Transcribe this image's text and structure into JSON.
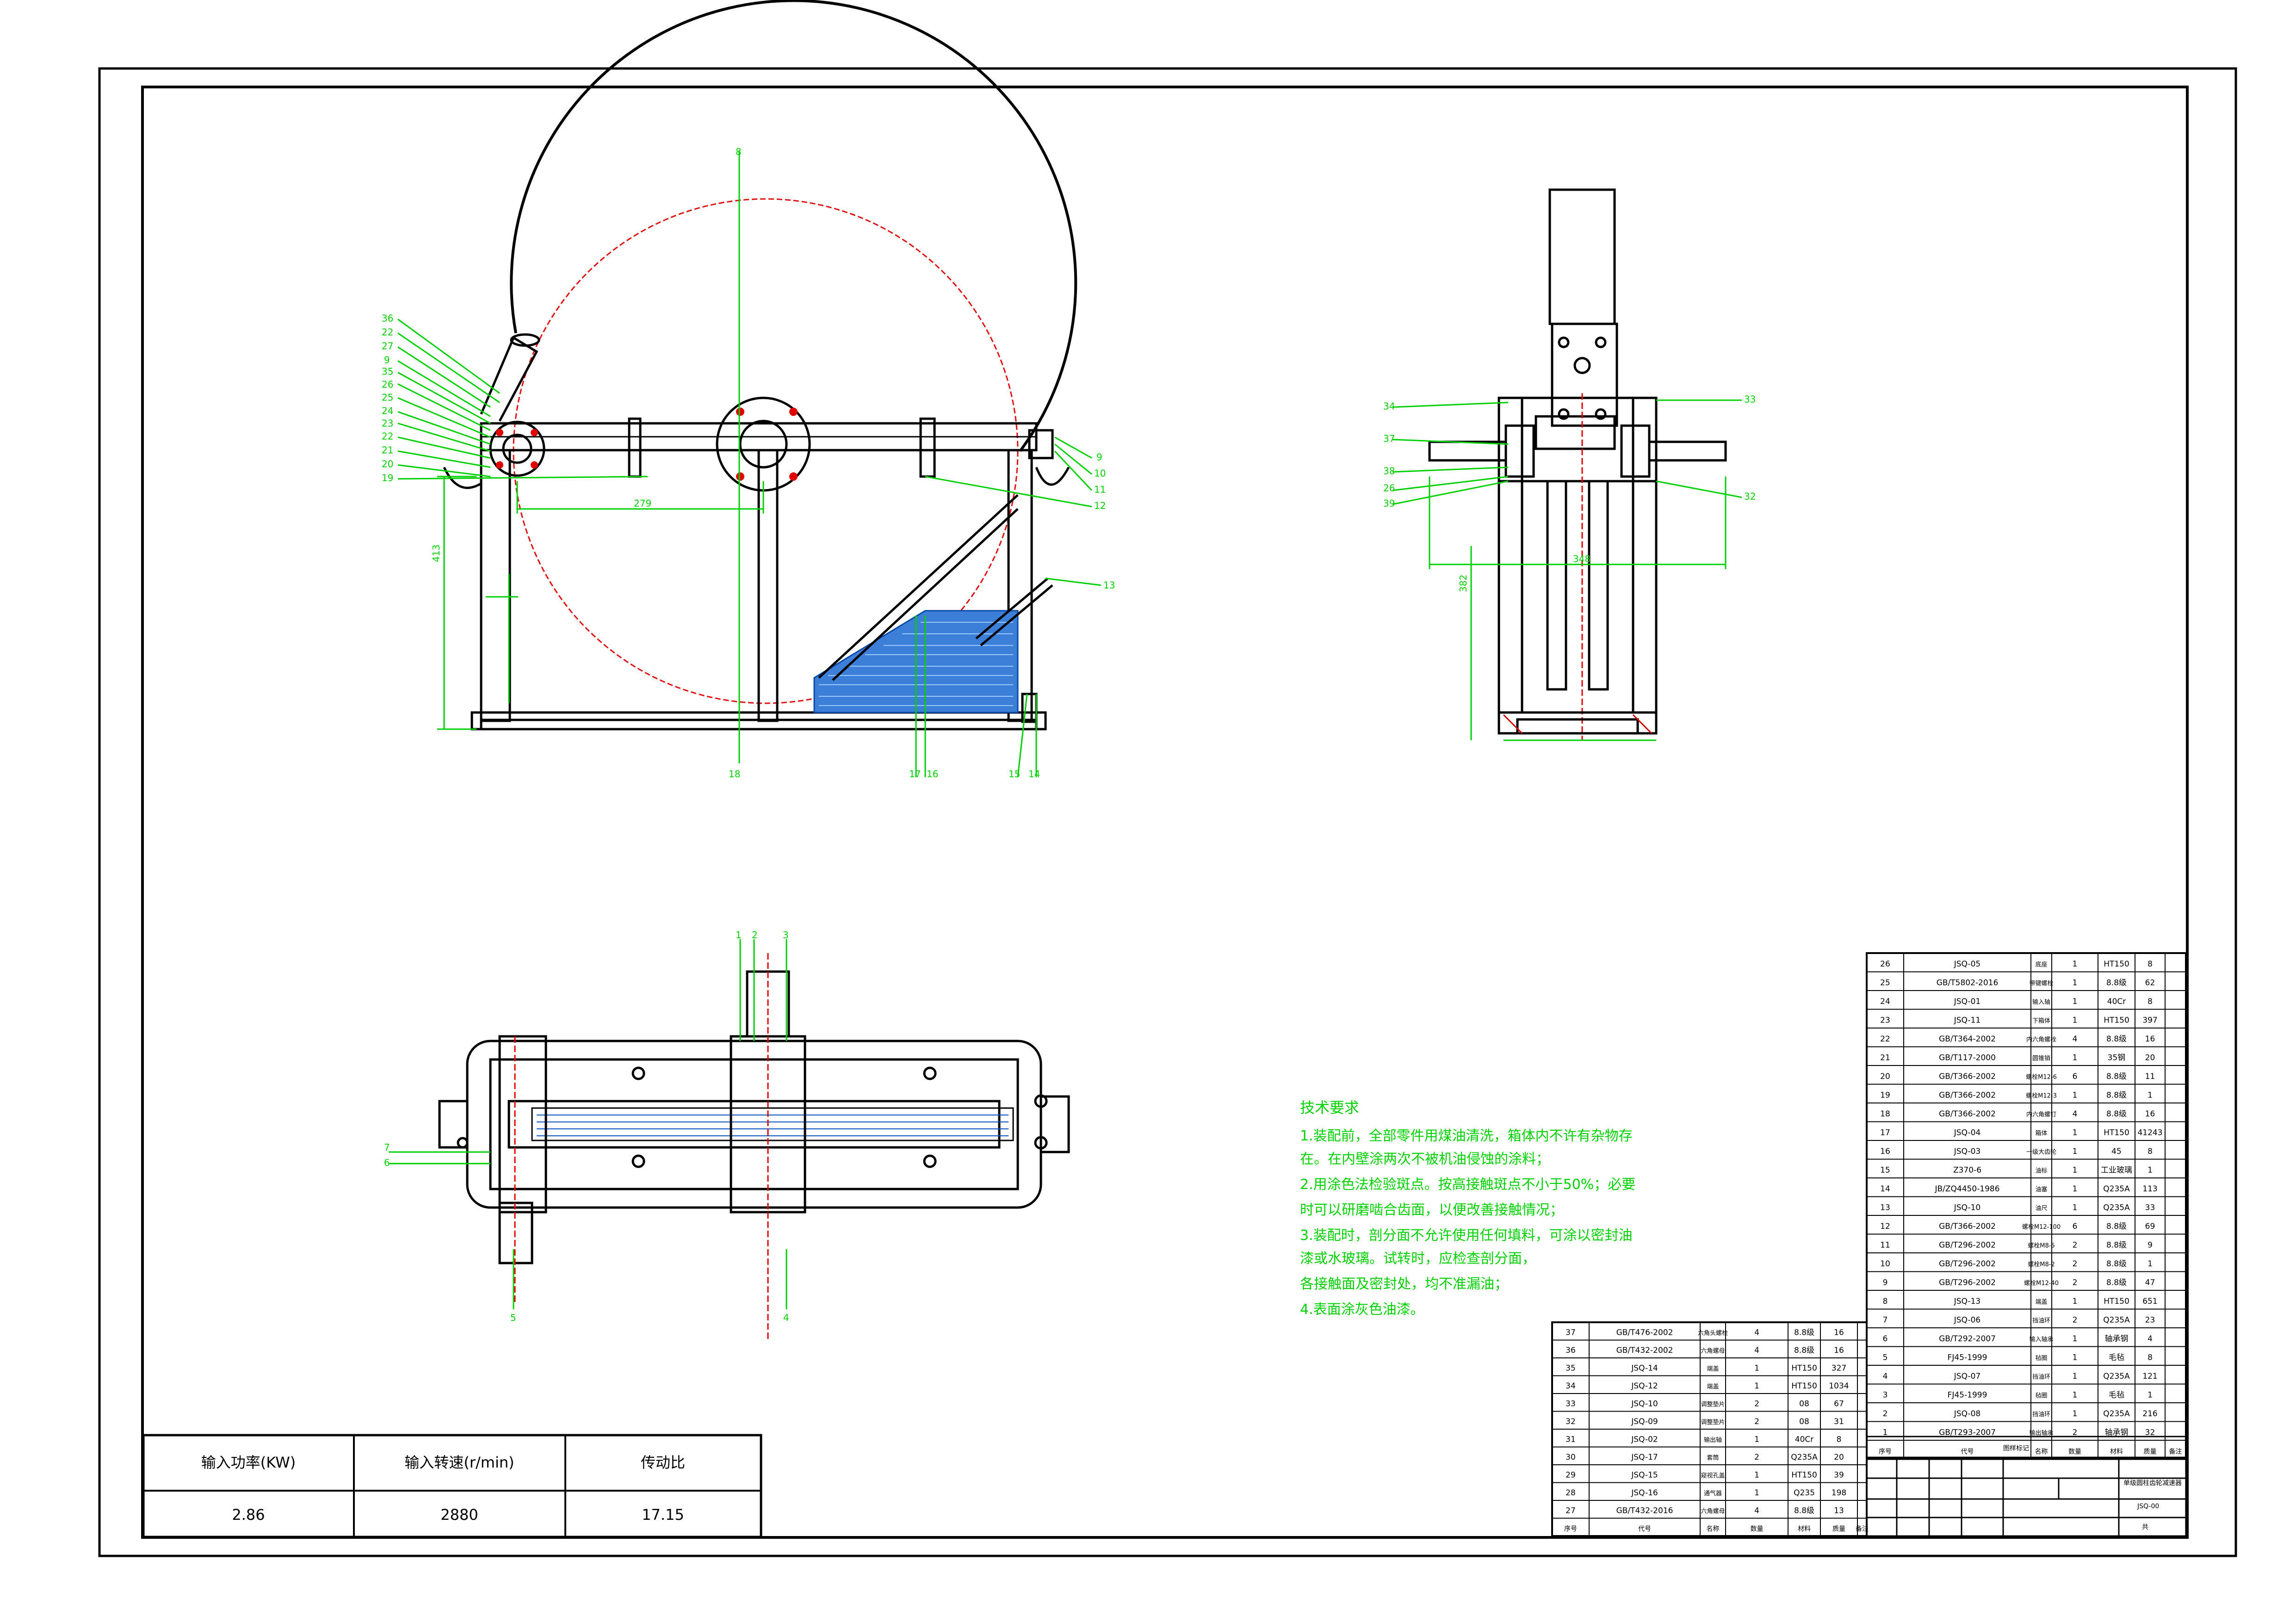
{
  "drawing": {
    "views": [
      "front-view",
      "side-view",
      "top-view"
    ],
    "line_colors": {
      "outline": "#000000",
      "dimension": "#00e000",
      "pitch_circle": "#e00000",
      "hatch": "#1e6fd6"
    }
  },
  "front_view": {
    "leaders_left": [
      "36",
      "22",
      "27",
      "9",
      "35",
      "26",
      "25",
      "24",
      "23",
      "22",
      "21",
      "20",
      "19"
    ],
    "leaders_top": [
      "8"
    ],
    "leaders_right": [
      "9",
      "10",
      "11",
      "12",
      "13"
    ],
    "leaders_bottom": [
      "18",
      "17",
      "16",
      "15",
      "14"
    ],
    "dims": {
      "horizontal": "279",
      "vertical": "413"
    }
  },
  "side_view": {
    "leaders_left": [
      "34",
      "37",
      "38",
      "26",
      "39"
    ],
    "leaders_right": [
      "33",
      "32"
    ],
    "dims": {
      "horizontal": "348",
      "vertical": "382"
    }
  },
  "top_view": {
    "leaders_top": [
      "1",
      "2",
      "3"
    ],
    "leaders_left": [
      "7",
      "6"
    ],
    "leaders_bottom": [
      "5",
      "4"
    ]
  },
  "tech_requirements": {
    "title": "技术要求",
    "lines": [
      "1.装配前，全部零件用煤油清洗，箱体内不许有杂物存",
      "在。在内壁涂两次不被机油侵蚀的涂料；",
      "2.用涂色法检验斑点。按高接触斑点不小于50%；必要",
      "时可以研磨啮合齿面，以便改善接触情况；",
      "3.装配时，剖分面不允许使用任何填料，可涂以密封油",
      "漆或水玻璃。试转时，应检查剖分面，",
      "各接触面及密封处，均不准漏油；",
      "4.表面涂灰色油漆。"
    ]
  },
  "param_table": {
    "headers": [
      "输入功率(KW)",
      "输入转速(r/min)",
      "传动比"
    ],
    "values": [
      "2.86",
      "2880",
      "17.15"
    ]
  },
  "bom_right": {
    "rows": [
      [
        "26",
        "JSQ-05",
        "底座",
        "1",
        "HT150",
        "8"
      ],
      [
        "25",
        "GB/T5802-2016",
        "带键螺栓",
        "1",
        "8.8级",
        "62"
      ],
      [
        "24",
        "JSQ-01",
        "输入轴",
        "1",
        "40Cr",
        "8"
      ],
      [
        "23",
        "JSQ-11",
        "下箱体",
        "1",
        "HT150",
        "397"
      ],
      [
        "22",
        "GB/T364-2002",
        "内六角螺栓",
        "4",
        "8.8级",
        "16"
      ],
      [
        "21",
        "GB/T117-2000",
        "圆锥销",
        "1",
        "35钢",
        "20"
      ],
      [
        "20",
        "GB/T366-2002",
        "螺栓M12-6",
        "6",
        "8.8级",
        "11"
      ],
      [
        "19",
        "GB/T366-2002",
        "螺栓M12-3",
        "1",
        "8.8级",
        "1"
      ],
      [
        "18",
        "GB/T366-2002",
        "内六角螺钉",
        "4",
        "8.8级",
        "16"
      ],
      [
        "17",
        "JSQ-04",
        "箱体",
        "1",
        "HT150",
        "41243"
      ],
      [
        "16",
        "JSQ-03",
        "一级大齿轮",
        "1",
        "45",
        "8"
      ],
      [
        "15",
        "Z370-6",
        "油标",
        "1",
        "工业玻璃",
        "1"
      ],
      [
        "14",
        "JB/ZQ4450-1986",
        "油塞",
        "1",
        "Q235A",
        "113"
      ],
      [
        "13",
        "JSQ-10",
        "油尺",
        "1",
        "Q235A",
        "33"
      ],
      [
        "12",
        "GB/T366-2002",
        "螺栓M12-100",
        "6",
        "8.8级",
        "69"
      ],
      [
        "11",
        "GB/T296-2002",
        "螺栓M8-5",
        "2",
        "8.8级",
        "9"
      ],
      [
        "10",
        "GB/T296-2002",
        "螺栓M8-2",
        "2",
        "8.8级",
        "1"
      ],
      [
        "9",
        "GB/T296-2002",
        "螺栓M12-40",
        "2",
        "8.8级",
        "47"
      ],
      [
        "8",
        "JSQ-13",
        "端盖",
        "1",
        "HT150",
        "651"
      ],
      [
        "7",
        "JSQ-06",
        "挡油环",
        "2",
        "Q235A",
        "23"
      ],
      [
        "6",
        "GB/T292-2007",
        "输入轴承",
        "1",
        "轴承钢",
        "4"
      ],
      [
        "5",
        "FJ45-1999",
        "毡圈",
        "1",
        "毛毡",
        "8"
      ],
      [
        "4",
        "JSQ-07",
        "挡油环",
        "1",
        "Q235A",
        "121"
      ],
      [
        "3",
        "FJ45-1999",
        "毡圈",
        "1",
        "毛毡",
        "1"
      ],
      [
        "2",
        "JSQ-08",
        "挡油环",
        "1",
        "Q235A",
        "216"
      ],
      [
        "1",
        "GB/T293-2007",
        "输出轴承",
        "2",
        "轴承钢",
        "32"
      ]
    ],
    "footer": [
      "序号",
      "代号",
      "名称",
      "数量",
      "材料",
      "质量",
      "备注"
    ]
  },
  "bom_left": {
    "rows": [
      [
        "37",
        "GB/T476-2002",
        "六角头螺栓",
        "4",
        "8.8级",
        "16"
      ],
      [
        "36",
        "GB/T432-2002",
        "六角螺母",
        "4",
        "8.8级",
        "16"
      ],
      [
        "35",
        "JSQ-14",
        "端盖",
        "1",
        "HT150",
        "327"
      ],
      [
        "34",
        "JSQ-12",
        "端盖",
        "1",
        "HT150",
        "1034"
      ],
      [
        "33",
        "JSQ-10",
        "调整垫片",
        "2",
        "08",
        "67"
      ],
      [
        "32",
        "JSQ-09",
        "调整垫片",
        "2",
        "08",
        "31"
      ],
      [
        "31",
        "JSQ-02",
        "输出轴",
        "1",
        "40Cr",
        "8"
      ],
      [
        "30",
        "JSQ-17",
        "套筒",
        "2",
        "Q235A",
        "20"
      ],
      [
        "29",
        "JSQ-15",
        "窥视孔盖",
        "1",
        "HT150",
        "39"
      ],
      [
        "28",
        "JSQ-16",
        "通气器",
        "1",
        "Q235",
        "198"
      ],
      [
        "27",
        "GB/T432-2016",
        "六角螺母",
        "4",
        "8.8级",
        "13"
      ]
    ],
    "footer": [
      "序号",
      "代号",
      "名称",
      "数量",
      "材料",
      "质量",
      "备注"
    ]
  },
  "title_block": {
    "top_label": "图样标记",
    "name": "单级圆柱齿轮减速器",
    "code": "JSQ-00",
    "bottom_label": "共"
  }
}
